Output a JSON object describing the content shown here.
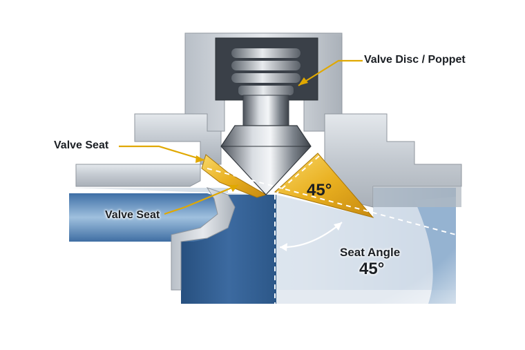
{
  "diagram": {
    "labels": {
      "valve_disc": "Valve Disc / Poppet",
      "valve_seat_upper": "Valve Seat",
      "valve_seat_lower": "Valve Seat",
      "seat_angle_title": "Seat Angle",
      "seat_angle_value": "45°",
      "seat_face_angle": "45°"
    },
    "colors": {
      "seat_gold": "#e9b020",
      "fluid_blue": "#2f5f95",
      "body_metal": "#c9cfd6",
      "leader_line": "#e0a800",
      "label_text": "#1b1f24"
    },
    "seat_angle_degrees": 45
  }
}
